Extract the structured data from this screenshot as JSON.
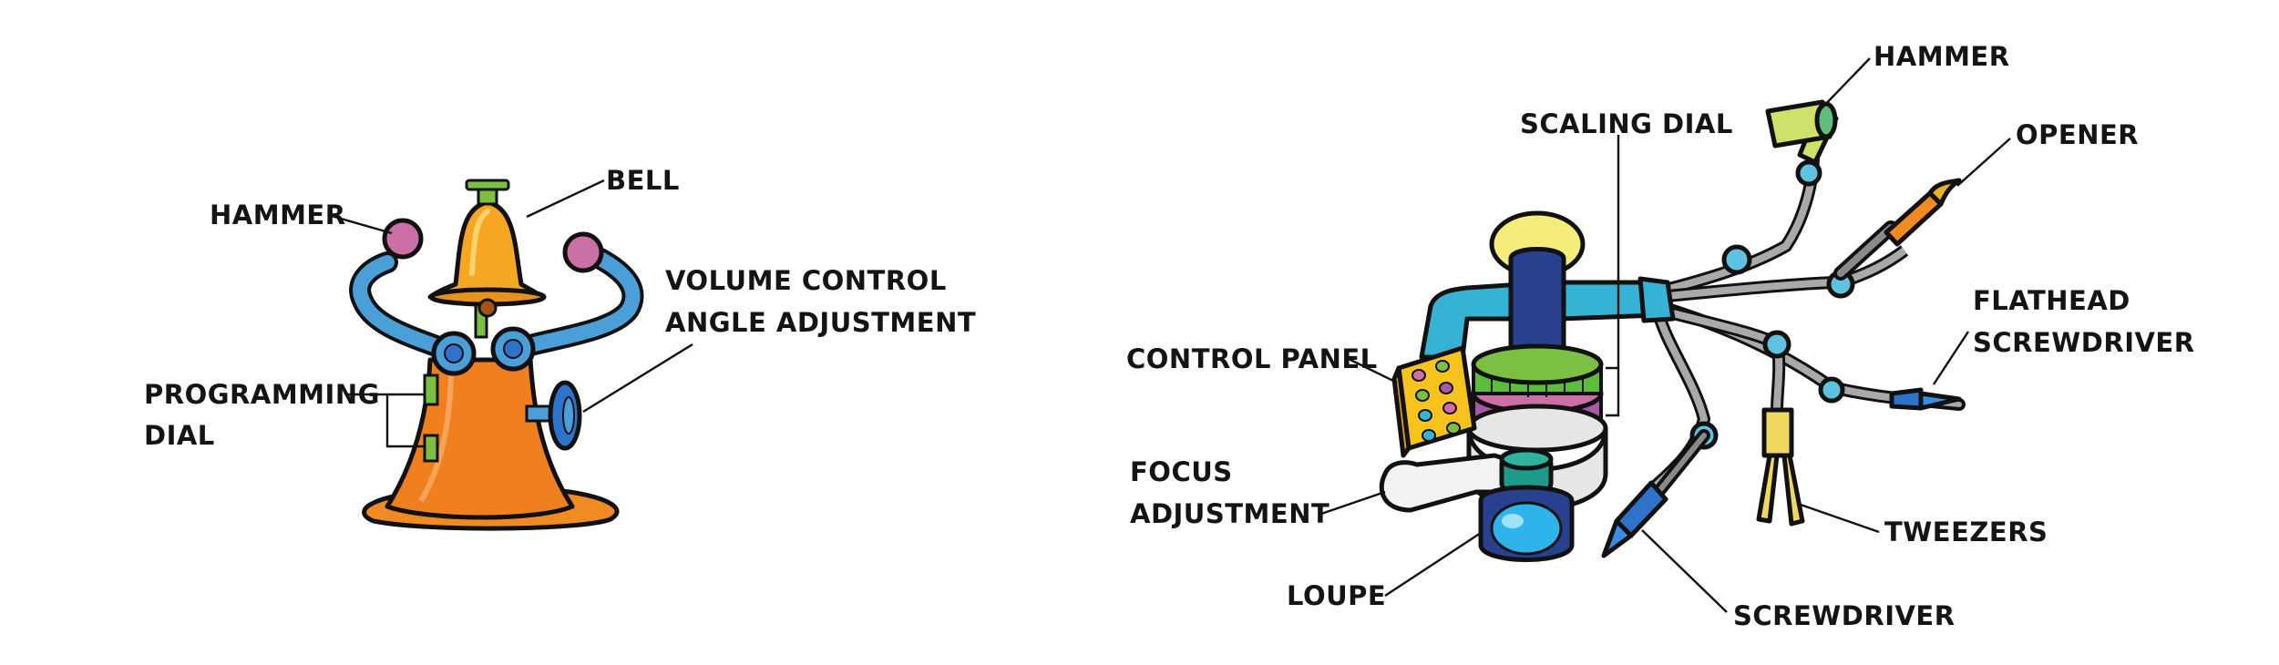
{
  "left_diagram": {
    "labels": {
      "hammer": "HAMMER",
      "bell": "BELL",
      "volume_line1": "VOLUME CONTROL",
      "volume_line2": "ANGLE ADJUSTMENT",
      "programming_line1": "PROGRAMMING",
      "programming_line2": "DIAL"
    }
  },
  "right_diagram": {
    "labels": {
      "scaling_dial": "SCALING DIAL",
      "hammer": "HAMMER",
      "opener": "OPENER",
      "flathead_line1": "FLATHEAD",
      "flathead_line2": "SCREWDRIVER",
      "control_panel": "CONTROL PANEL",
      "focus_line1": "FOCUS",
      "focus_line2": "ADJUSTMENT",
      "loupe": "LOUPE",
      "tweezers": "TWEEZERS",
      "screwdriver": "SCREWDRIVER"
    }
  },
  "colors": {
    "bell": "#f5a623",
    "body": "#f07f1e",
    "arm": "#4a9fd8",
    "ball": "#cc6fa7",
    "dial": "#2e73c9",
    "green": "#7bc043",
    "cyan": "#36b2d4",
    "navy": "#27418f",
    "yellow": "#f6ec7a",
    "purple": "#a45ba0",
    "gray": "#a9a9a9"
  }
}
